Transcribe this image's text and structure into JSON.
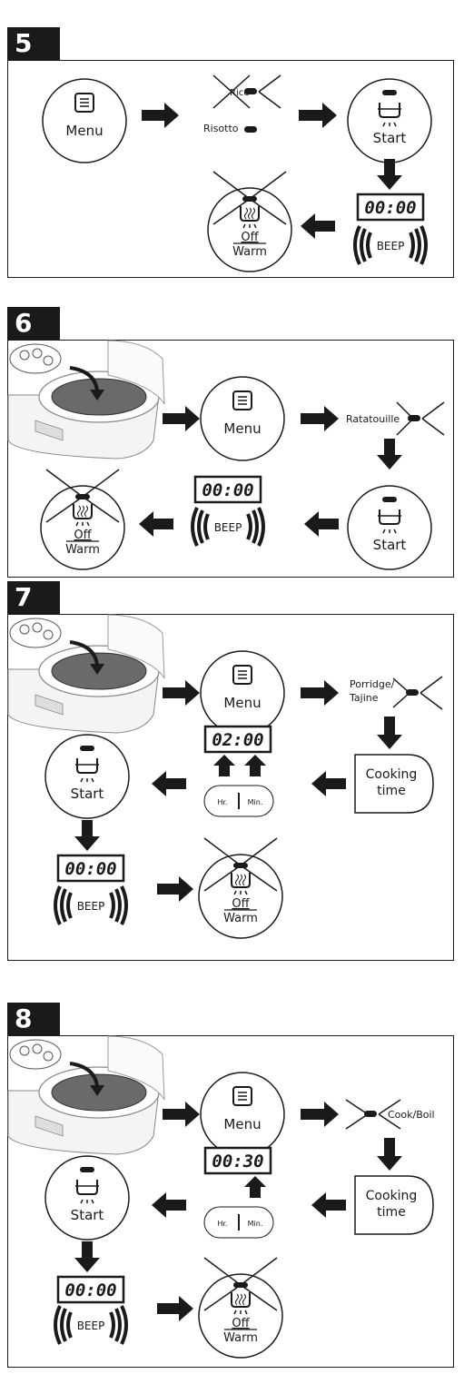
{
  "steps": [
    {
      "number": "5",
      "menu_label": "Menu",
      "menu_options": [
        "Rice",
        "Risotto"
      ],
      "start_label": "Start",
      "display_end": "00:00",
      "beep_label": "BEEP",
      "off_label": "Off",
      "warm_label": "Warm"
    },
    {
      "number": "6",
      "menu_label": "Menu",
      "menu_option": "Ratatouille",
      "start_label": "Start",
      "display_end": "00:00",
      "beep_label": "BEEP",
      "off_label": "Off",
      "warm_label": "Warm"
    },
    {
      "number": "7",
      "menu_label": "Menu",
      "menu_option": "Porridge/ Tajine",
      "menu_option_lines": [
        "Porridge/",
        "Tajine"
      ],
      "cooking_time_lines": [
        "Cooking",
        "time"
      ],
      "display_set": "02:00",
      "hr_label": "Hr.",
      "min_label": "Min.",
      "start_label": "Start",
      "display_end": "00:00",
      "beep_label": "BEEP",
      "off_label": "Off",
      "warm_label": "Warm"
    },
    {
      "number": "8",
      "menu_label": "Menu",
      "menu_option": "Cook/Boil",
      "cooking_time_lines": [
        "Cooking",
        "time"
      ],
      "display_set": "00:30",
      "hr_label": "Hr.",
      "min_label": "Min.",
      "start_label": "Start",
      "display_end": "00:00",
      "beep_label": "BEEP",
      "off_label": "Off",
      "warm_label": "Warm"
    }
  ]
}
